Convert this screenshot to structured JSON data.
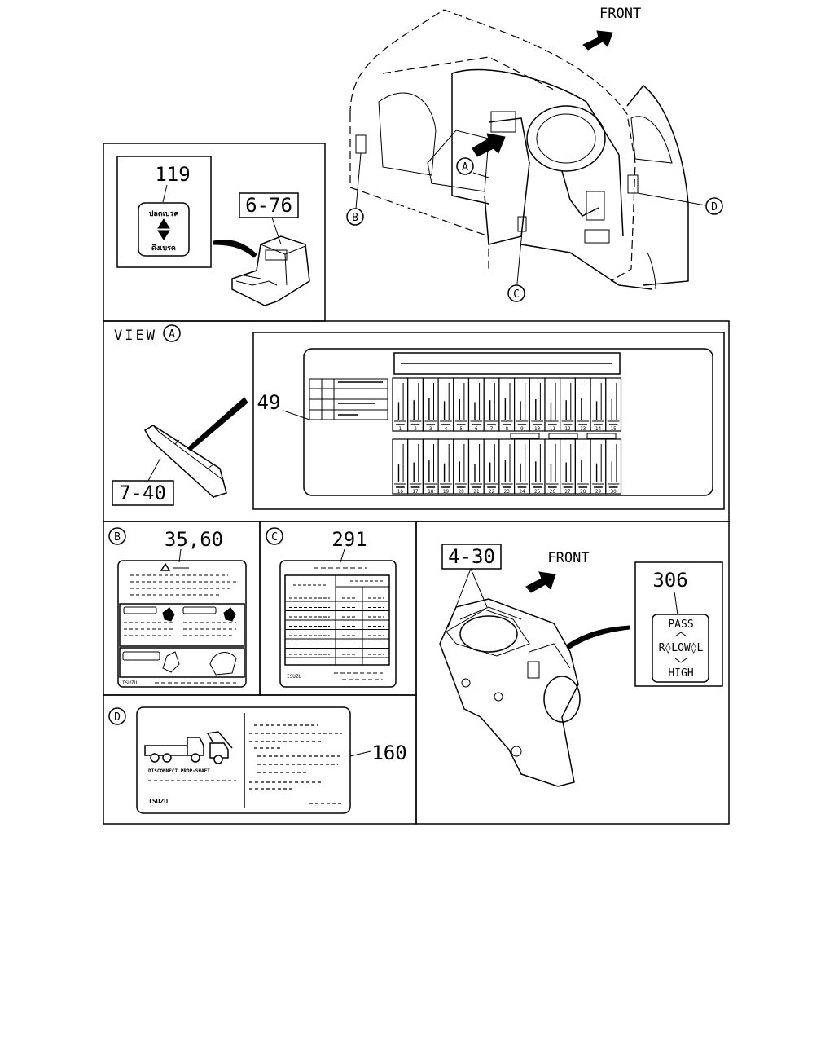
{
  "cab": {
    "front_label": "FRONT",
    "callouts": [
      "A",
      "B",
      "C",
      "D"
    ]
  },
  "box_119": {
    "ref": "119",
    "thai_top": "ปลดเบรค",
    "thai_bottom": "ดึงเบรค",
    "part_ref": "6-76"
  },
  "view_a": {
    "title": "VIEW",
    "letter": "A",
    "part_ref": "7-40",
    "label_ref": "49",
    "fuse_numbers_row1": [
      "1",
      "2",
      "3",
      "4",
      "5",
      "6",
      "7",
      "8",
      "9",
      "10",
      "11",
      "12",
      "13",
      "14",
      "15"
    ],
    "fuse_numbers_row2": [
      "16",
      "17",
      "18",
      "19",
      "20",
      "21",
      "22",
      "23",
      "24",
      "25",
      "26",
      "27",
      "28",
      "29",
      "30"
    ]
  },
  "box_b": {
    "letter": "B",
    "ref": "35,60",
    "brand": "ISUZU"
  },
  "box_c": {
    "letter": "C",
    "ref": "291",
    "brand": "ISUZU"
  },
  "box_d": {
    "letter": "D",
    "ref": "160",
    "caption": "DISCONNECT PROP-SHAFT",
    "brand": "ISUZU"
  },
  "box_lever": {
    "part_ref": "4-30",
    "front_label": "FRONT",
    "ref": "306",
    "pass": "PASS",
    "low_label": "R◊LOW◊L",
    "high": "HIGH"
  }
}
